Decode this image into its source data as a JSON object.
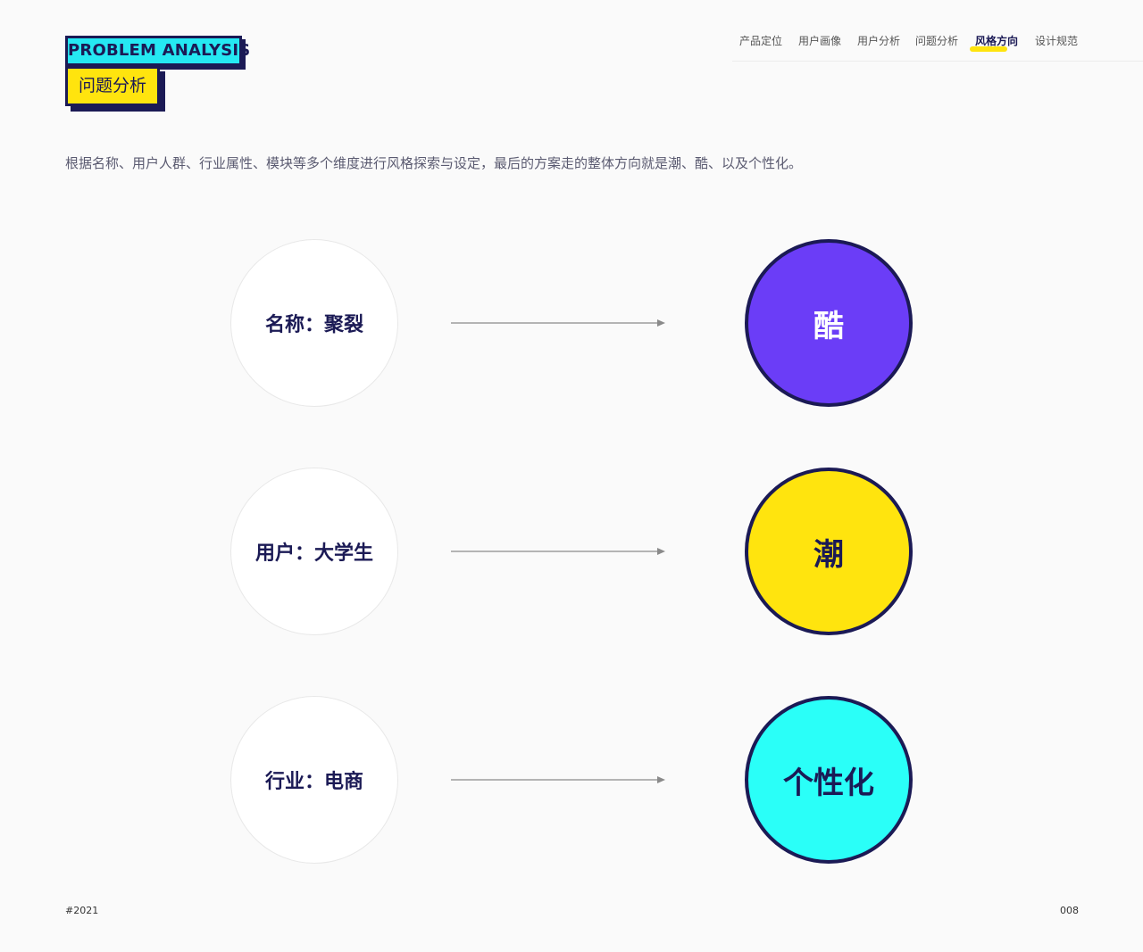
{
  "logo": {
    "en": "PROBLEM ANALYSIS",
    "cn": "问题分析"
  },
  "nav": {
    "items": [
      {
        "label": "产品定位"
      },
      {
        "label": "用户画像"
      },
      {
        "label": "用户分析"
      },
      {
        "label": "问题分析"
      },
      {
        "label": "风格方向",
        "active": true
      },
      {
        "label": "设计规范"
      }
    ]
  },
  "intro": "根据名称、用户人群、行业属性、模块等多个维度进行风格探索与设定，最后的方案走的整体方向就是潮、酷、以及个性化。",
  "rows": [
    {
      "source": "名称：聚裂",
      "target": "酷",
      "target_bg": "#6b3df7",
      "target_color": "#ffffff"
    },
    {
      "source": "用户：大学生",
      "target": "潮",
      "target_bg": "#ffe40e",
      "target_color": "#1b1a55"
    },
    {
      "source": "行业：电商",
      "target": "个性化",
      "target_bg": "#2afff8",
      "target_color": "#1b1a55"
    }
  ],
  "footer": {
    "left": "#2021",
    "right": "008"
  }
}
